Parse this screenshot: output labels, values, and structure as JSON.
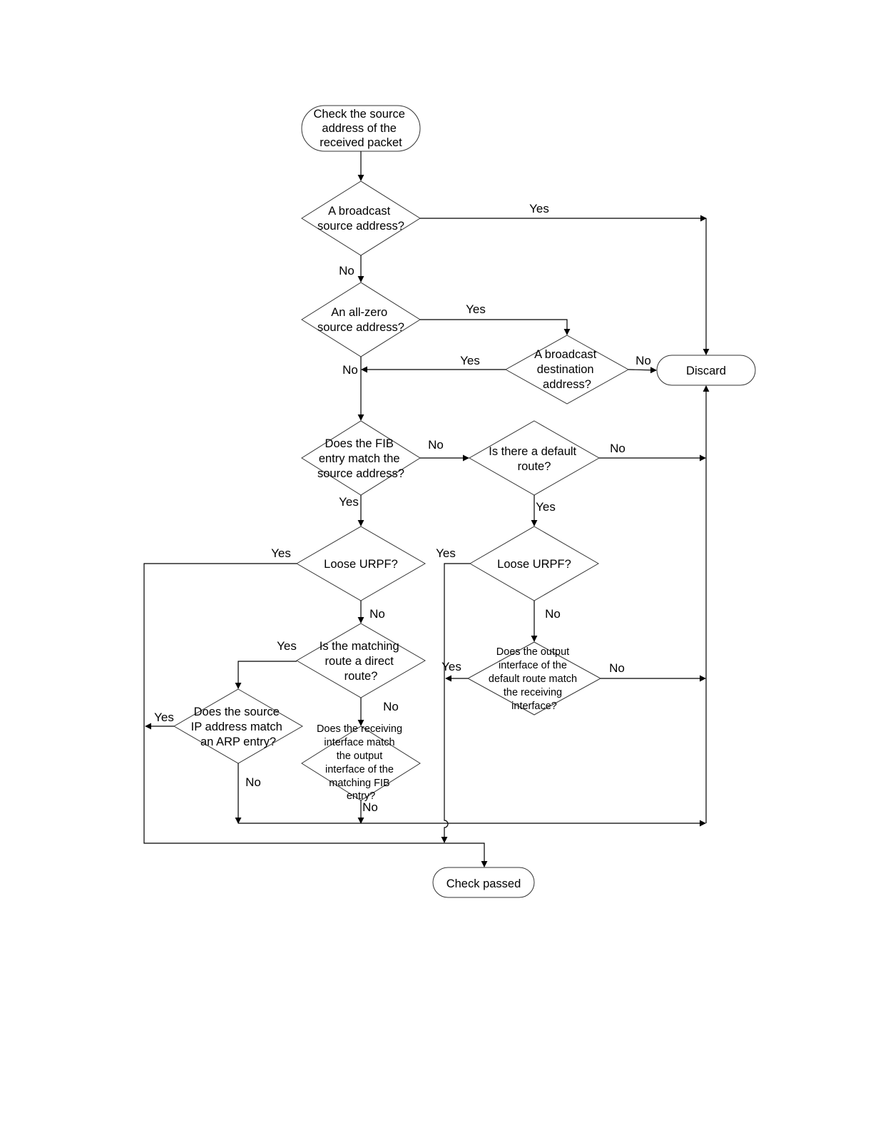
{
  "nodes": {
    "start": {
      "lines": [
        "Check the source",
        "address of the",
        "received packet"
      ]
    },
    "broadcast_src": {
      "lines": [
        "A broadcast",
        "source address?"
      ]
    },
    "allzero_src": {
      "lines": [
        "An all-zero",
        "source address?"
      ]
    },
    "broadcast_dst": {
      "lines": [
        "A broadcast",
        "destination",
        "address?"
      ]
    },
    "discard": {
      "lines": [
        "Discard"
      ]
    },
    "fib_match": {
      "lines": [
        "Does the FIB",
        "entry match the",
        "source address?"
      ]
    },
    "default_route": {
      "lines": [
        "Is there a default",
        "route?"
      ]
    },
    "loose_left": {
      "lines": [
        "Loose URPF?"
      ]
    },
    "loose_right": {
      "lines": [
        "Loose URPF?"
      ]
    },
    "direct_route": {
      "lines": [
        "Is the matching",
        "route a direct",
        "route?"
      ]
    },
    "arp_match": {
      "lines": [
        "Does the source",
        "IP address match",
        "an ARP entry?"
      ]
    },
    "recv_if_match": {
      "lines": [
        "Does the receiving",
        "interface match",
        "the output",
        "interface of the",
        "matching FIB",
        "entry?"
      ]
    },
    "default_if_match": {
      "lines": [
        "Does the output",
        "interface of the",
        "default route match",
        "the receiving",
        "interface?"
      ]
    },
    "passed": {
      "lines": [
        "Check passed"
      ]
    }
  },
  "edge_labels": {
    "broadcast_src_yes": "Yes",
    "broadcast_src_no": "No",
    "allzero_yes": "Yes",
    "broadcast_dst_yes": "Yes",
    "allzero_no": "No",
    "broadcast_dst_no": "No",
    "fib_no": "No",
    "default_no": "No",
    "fib_yes": "Yes",
    "default_yes": "Yes",
    "loose_left_yes": "Yes",
    "loose_right_yes": "Yes",
    "loose_left_no": "No",
    "loose_right_no": "No",
    "direct_yes": "Yes",
    "direct_no": "No",
    "arp_yes": "Yes",
    "arp_no": "No",
    "default_if_yes": "Yes",
    "default_if_no": "No",
    "recv_if_no": "No"
  }
}
